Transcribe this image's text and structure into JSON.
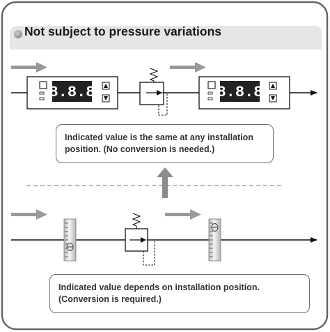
{
  "panel": {
    "title": "Not subject to pressure variations",
    "colors": {
      "frame": "#666666",
      "title_bar": "#e6e6e6",
      "bullet": "#9b9b9b",
      "arrow": "#999999",
      "line": "#111111"
    }
  },
  "top_row": {
    "sensor_display": "8.8.8",
    "callout": {
      "line1": "Indicated value is the same at any installation",
      "line2": "position. (No conversion is needed.)"
    }
  },
  "bottom_row": {
    "callout": {
      "line1": "Indicated value depends on installation position.",
      "line2": "(Conversion is required.)"
    }
  },
  "icons": [
    "flow-arrow-icon",
    "up-arrow-icon",
    "regulator-icon",
    "flowmeter-icon",
    "sensor-up-button-icon",
    "sensor-down-button-icon"
  ]
}
